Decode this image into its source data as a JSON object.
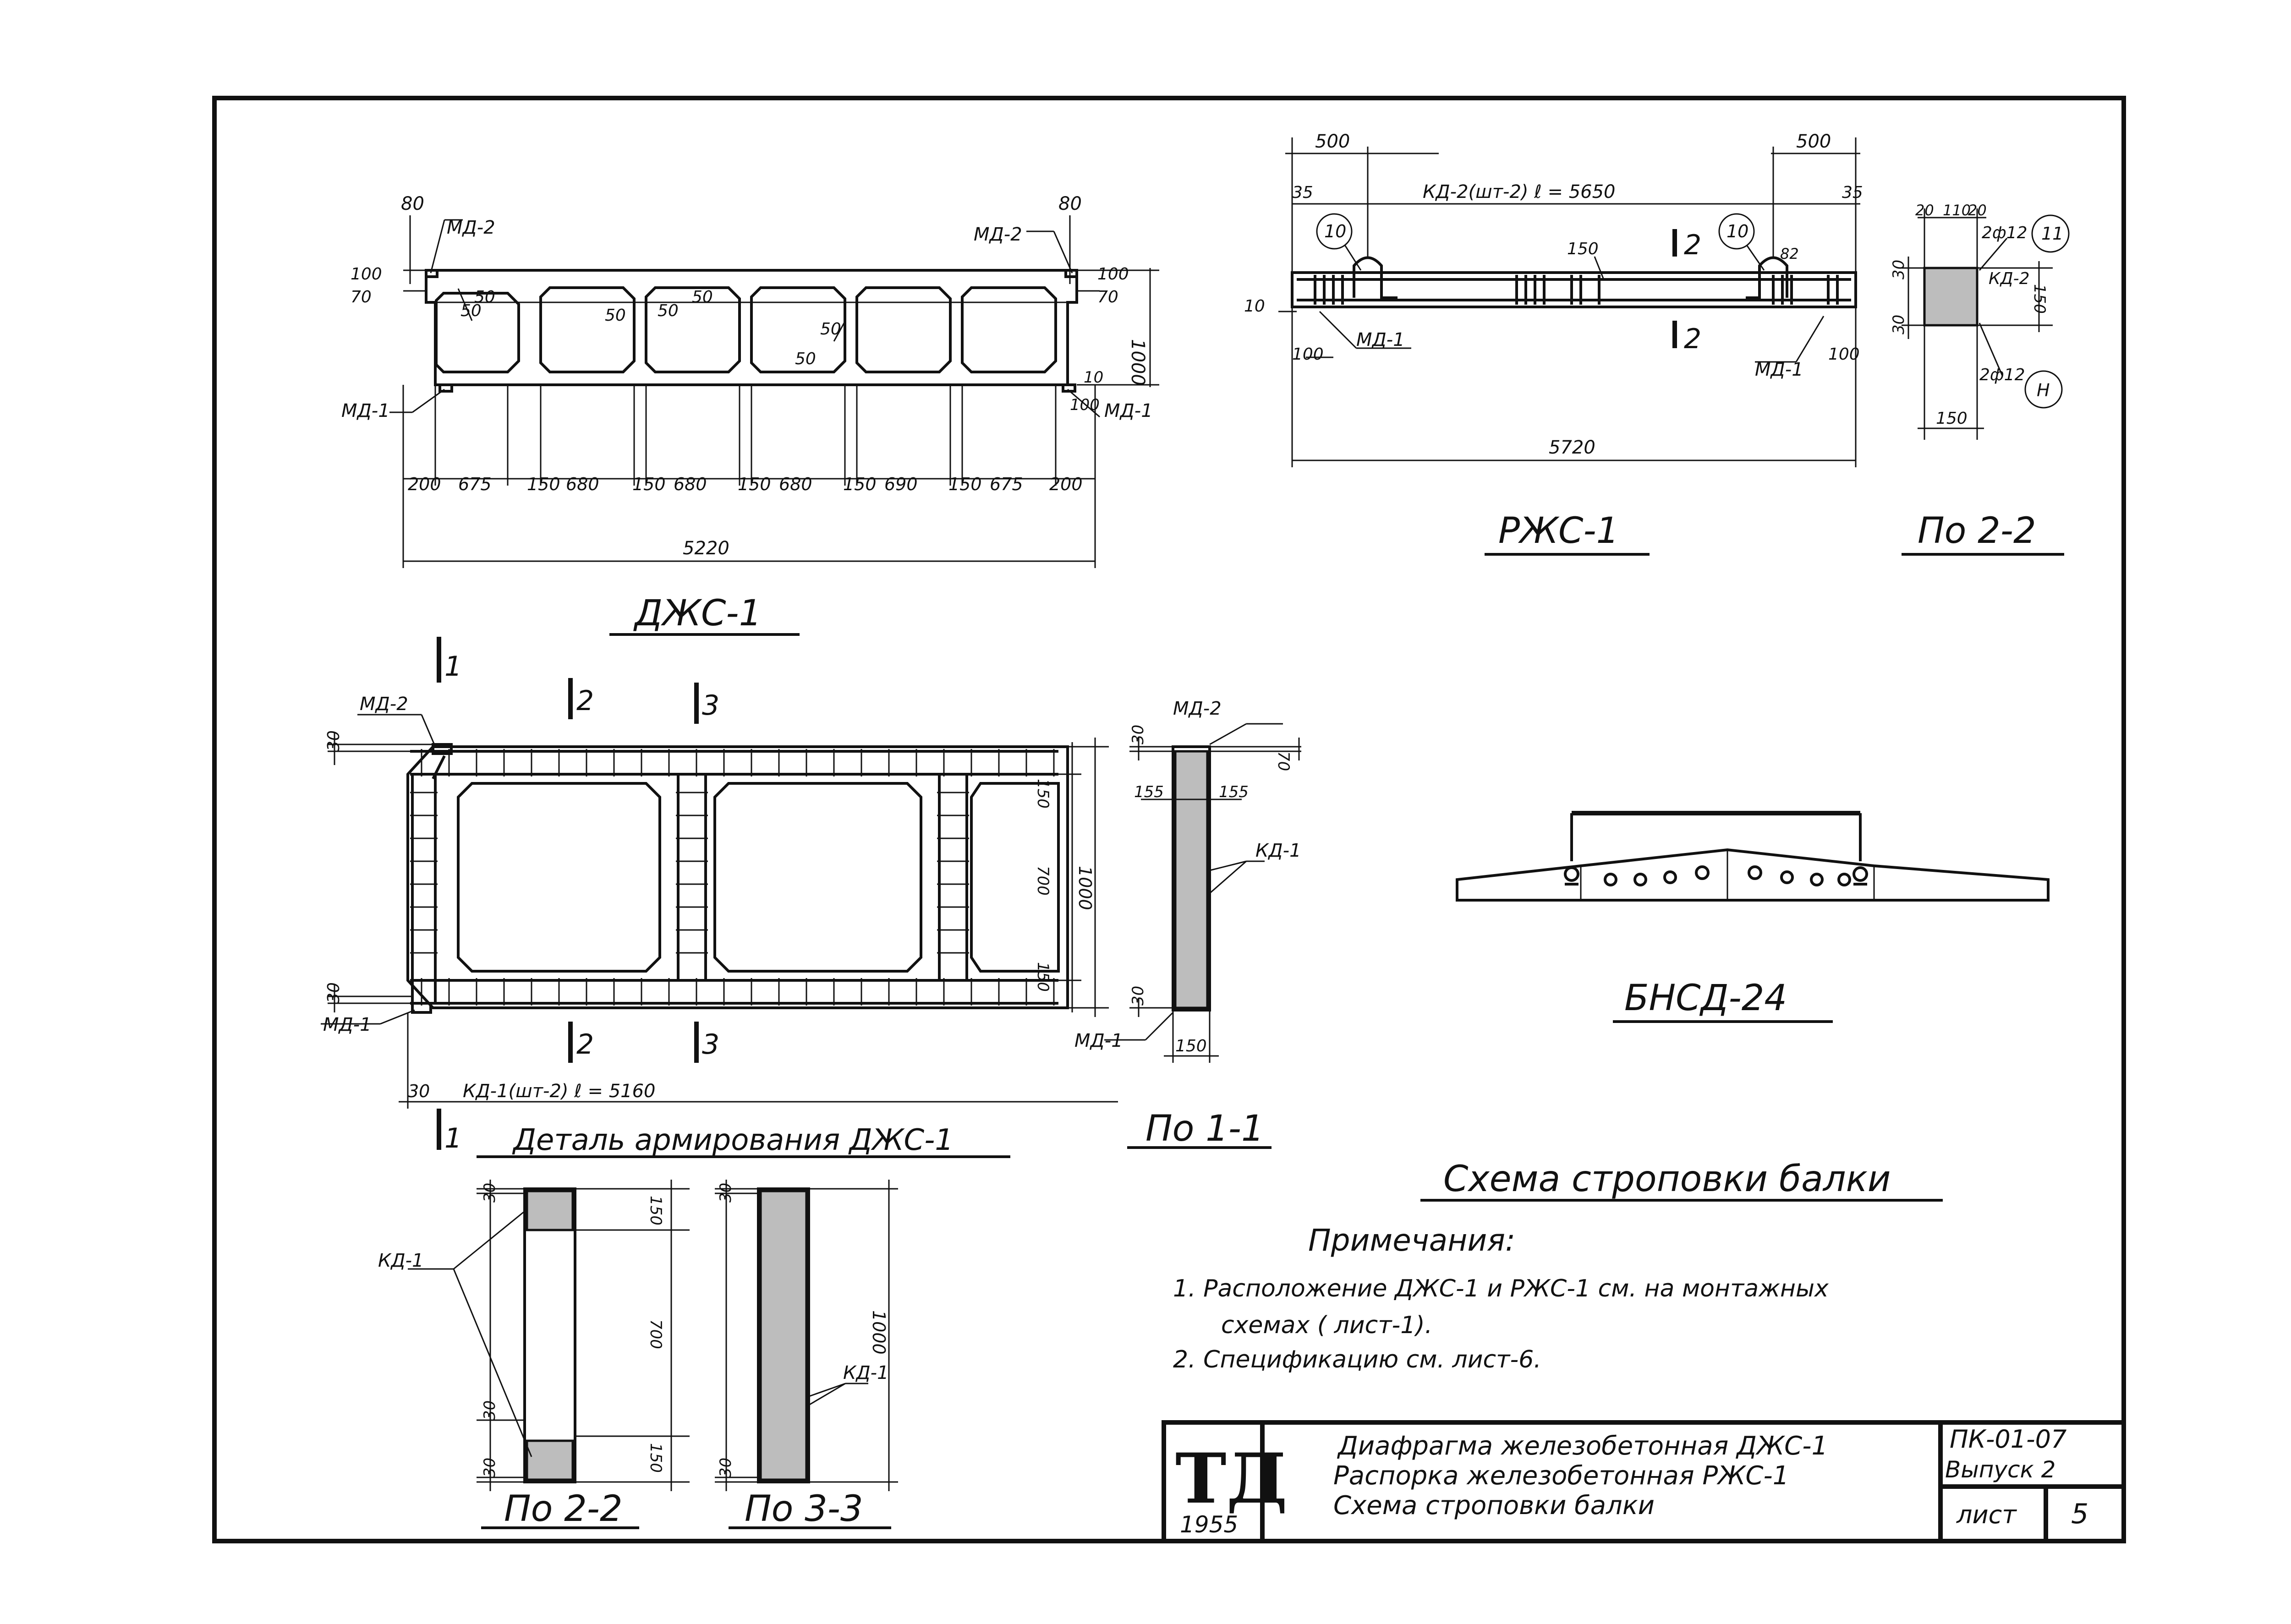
{
  "drawing": {
    "dze1": {
      "title": "ДЖС-1",
      "md_top_left": "МД-2",
      "md_top_right": "МД-2",
      "md_bottom_left": "МД-1",
      "md_bottom_right": "МД-1",
      "top_dim": "80",
      "left_dims": [
        "70",
        "100"
      ],
      "right_dims": [
        "70",
        "100"
      ],
      "height_dim": "1000",
      "corner_dims": [
        "50",
        "50",
        "50",
        "50",
        "50",
        "50"
      ],
      "bottom_small": "10",
      "bottom_small2": "100",
      "spans": [
        "200",
        "675",
        "150",
        "680",
        "150",
        "680",
        "150",
        "680",
        "150",
        "690",
        "150",
        "675",
        "200"
      ],
      "total": "5220"
    },
    "rze1": {
      "title": "РЖС-1",
      "top_left": "500",
      "top_right": "500",
      "edge_left": "35",
      "edge_right": "35",
      "bar_label": "КД-2(шт-2) ℓ = 5650",
      "mark": "10",
      "section_mark": "2",
      "mid_dim": "150",
      "small_dim": "10",
      "dim_bottom_left": "100",
      "dim_bottom_right": "100",
      "md_left": "МД-1",
      "md_right": "МД-1",
      "hook_dim": "82",
      "total": "5720"
    },
    "section22_top": {
      "title": "По 2-2",
      "dims_top": [
        "20",
        "110",
        "20"
      ],
      "bar_top": "2ф12",
      "mark_top": "11",
      "kd": "КД-2",
      "left_dims": [
        "30",
        "30"
      ],
      "right_dim": "150",
      "bar_bottom": "2ф12",
      "mark_bottom": "Н",
      "width": "150"
    },
    "detail": {
      "title": "Деталь армирования ДЖС-1",
      "cut_labels": [
        "1",
        "2",
        "3"
      ],
      "md_top": "МД-2",
      "md_bottom": "МД-1",
      "left_dims": [
        "30",
        "30"
      ],
      "right_dims": [
        "150",
        "700",
        "150"
      ],
      "height": "1000",
      "start": "30",
      "bar_label": "КД-1(шт-2)  ℓ = 5160"
    },
    "section11": {
      "title": "По 1-1",
      "md_top": "МД-2",
      "md_bottom": "МД-1",
      "top_dims": [
        "30",
        "70"
      ],
      "side_dims": [
        "155",
        "155"
      ],
      "kd": "КД-1",
      "bottom_left": "30",
      "width": "150"
    },
    "section22": {
      "title": "По 2-2",
      "kd": "КД-1",
      "left_dims": [
        "30",
        "30",
        "30"
      ],
      "right_dims": [
        "150",
        "700",
        "150"
      ]
    },
    "section33": {
      "title": "По 3-3",
      "kd": "КД-1",
      "left_dims": [
        "30",
        "30"
      ],
      "right_dim": "1000"
    },
    "bnsd": {
      "title": "БНСД-24"
    },
    "sling_title": "Схема строповки балки",
    "notes": {
      "heading": "Примечания:",
      "lines": [
        "1. Расположение ДЖС-1 и РЖС-1 см. на монтажных",
        "схемах ( лист-1).",
        "2. Спецификацию см. лист-6."
      ]
    },
    "title_block": {
      "logo": "ТД",
      "year": "1955",
      "names": [
        "Диафрагма железобетонная ДЖС-1",
        "Распорка железобетонная РЖС-1",
        "Схема строповки балки"
      ],
      "code": "ПК-01-07",
      "issue": "Выпуск 2",
      "sheet_label": "лист",
      "sheet_no": "5"
    }
  }
}
